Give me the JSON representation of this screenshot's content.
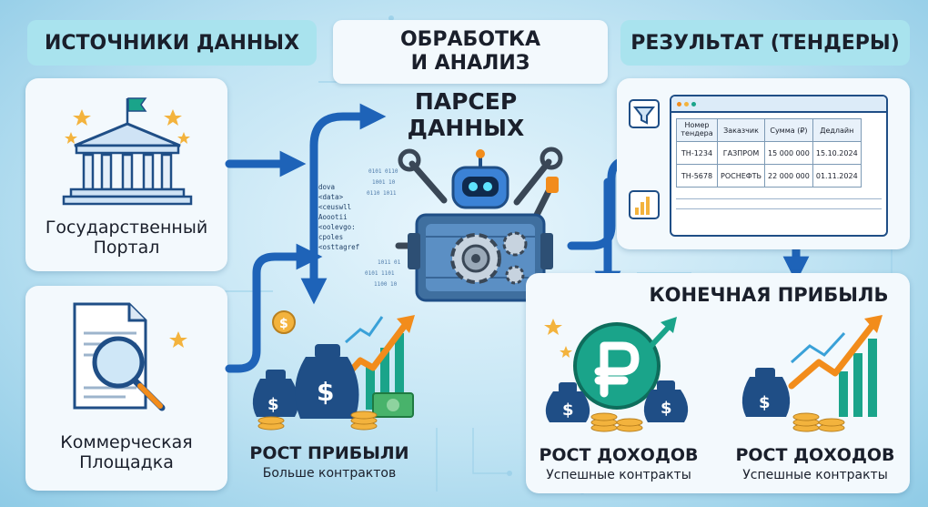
{
  "headers": {
    "sources": "ИСТОЧНИКИ ДАННЫХ",
    "processing_line1": "ОБРАБОТКА",
    "processing_line2": "И АНАЛИЗ",
    "result": "РЕЗУЛЬТАТ (ТЕНДЕРЫ)"
  },
  "sources": {
    "gov_line1": "Государственный",
    "gov_line2": "Портал",
    "com_line1": "Коммерческая",
    "com_line2": "Площадка"
  },
  "parser": {
    "line1": "ПАРСЕР",
    "line2": "ДАННЫХ",
    "code_lines": [
      "dova",
      "<data>",
      "<ceuswll",
      "Aoootii",
      "<oolevgo:",
      "cpoles",
      "<osttagref"
    ]
  },
  "tender_table": {
    "columns": [
      "Номер тендера",
      "Заказчик",
      "Сумма (₽)",
      "Дедлайн"
    ],
    "rows": [
      [
        "TH-1234",
        "ГАЗПРОМ",
        "15 000 000",
        "15.10.2024"
      ],
      [
        "TH-5678",
        "РОСНЕФТЬ",
        "22 000 000",
        "01.11.2024"
      ]
    ]
  },
  "final_profit": "КОНЕЧНАЯ ПРИБЫЛЬ",
  "growth_profit": {
    "title": "РОСТ ПРИБЫЛИ",
    "subtitle": "Больше контрактов"
  },
  "growth_income_1": {
    "title": "РОСТ ДОХОДОВ",
    "subtitle": "Успешные контракты"
  },
  "growth_income_2": {
    "title": "РОСТ ДОХОДОВ",
    "subtitle": "Успешные контракты"
  },
  "colors": {
    "header_bg": "#a9e3ee",
    "arrow_blue": "#1e63b8",
    "navy": "#1f4e86",
    "gold": "#f3b33d",
    "green": "#1aa48a",
    "orange": "#f28c1b"
  }
}
